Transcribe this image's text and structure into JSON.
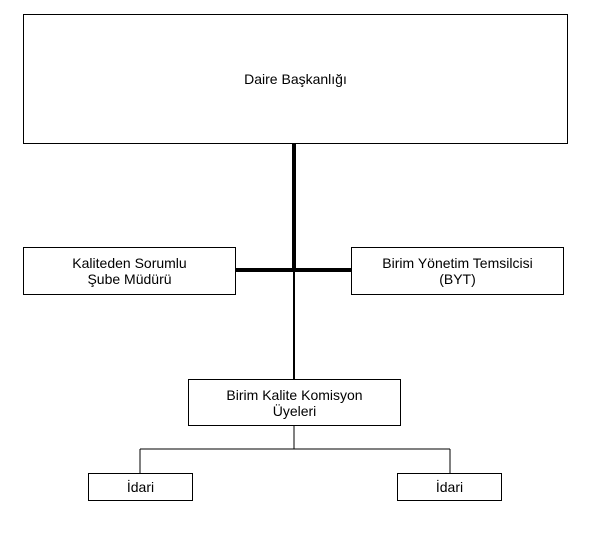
{
  "org_chart": {
    "top": {
      "label": "Daire Başkanlığı"
    },
    "left": {
      "line1": "Kaliteden Sorumlu",
      "line2": "Şube Müdürü"
    },
    "right": {
      "line1": "Birim Yönetim Temsilcisi",
      "line2": "(BYT)"
    },
    "middle": {
      "line1": "Birim Kalite Komisyon",
      "line2": "Üyeleri"
    },
    "bottom_left": {
      "label": "İdari"
    },
    "bottom_right": {
      "label": "İdari"
    }
  }
}
